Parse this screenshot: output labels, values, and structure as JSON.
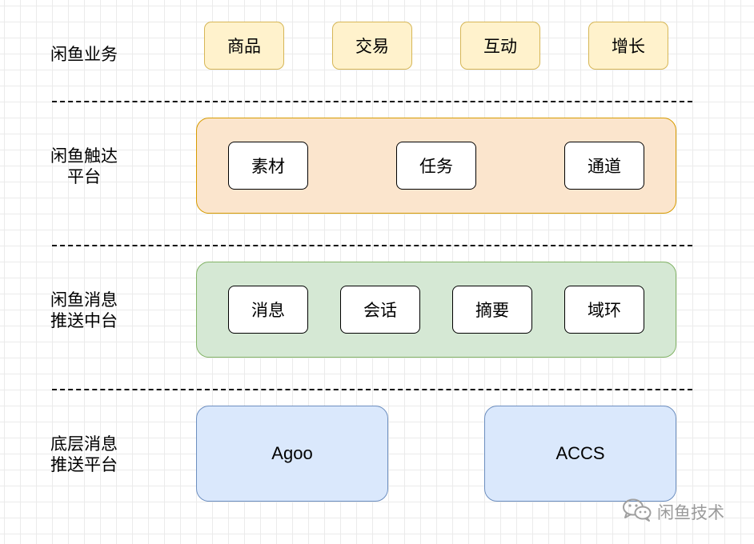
{
  "layers": {
    "business": {
      "label": "闲鱼业务",
      "items": [
        "商品",
        "交易",
        "互动",
        "增长"
      ]
    },
    "reach": {
      "label_lines": [
        "闲鱼触达",
        "平台"
      ],
      "items": [
        "素材",
        "任务",
        "通道"
      ]
    },
    "push": {
      "label_lines": [
        "闲鱼消息",
        "推送中台"
      ],
      "items": [
        "消息",
        "会话",
        "摘要",
        "域环"
      ]
    },
    "base": {
      "label_lines": [
        "底层消息",
        "推送平台"
      ],
      "items": [
        "Agoo",
        "ACCS"
      ]
    }
  },
  "watermark": {
    "text": "闲鱼技术",
    "icon": "wechat-icon"
  },
  "colors": {
    "business_fill": "#fff2cc",
    "business_stroke": "#d6b656",
    "reach_fill": "#fbe5cd",
    "reach_stroke": "#d79b00",
    "push_fill": "#d5e8d4",
    "push_stroke": "#82b366",
    "base_fill": "#dae8fc",
    "base_stroke": "#6c8ebf"
  }
}
